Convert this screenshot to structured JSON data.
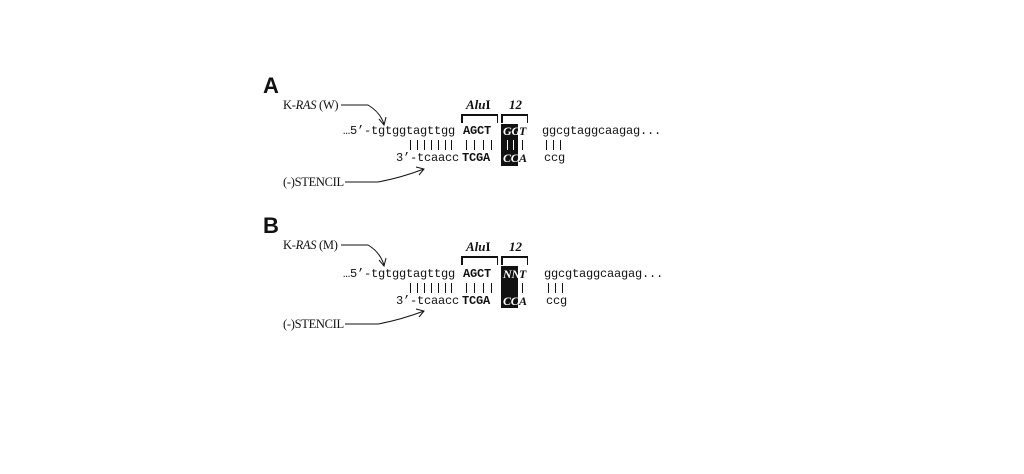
{
  "panelA": {
    "letter": "A",
    "gene_prefix": "K-",
    "gene_italic": "RAS",
    "gene_suffix": " (W)",
    "stencil_label": "(-)STENCIL",
    "site_alu_italic": "Alu",
    "site_alu_roman": "I",
    "site_codon": "12",
    "top": {
      "prefix": "…5’-tgtggtagttgg",
      "site": "AGCT",
      "box": "GG",
      "after_box": "T",
      "tail": "ggcgtaggcaagag..."
    },
    "bottom": {
      "prefix": "3’-tcaacc",
      "site": "TCGA",
      "box": "CC",
      "after_box": "A",
      "tail": "ccg"
    }
  },
  "panelB": {
    "letter": "B",
    "gene_prefix": "K-",
    "gene_italic": "RAS",
    "gene_suffix": " (M)",
    "stencil_label": "(-)STENCIL",
    "site_alu_italic": "Alu",
    "site_alu_roman": "I",
    "site_codon": "12",
    "top": {
      "prefix": "…5’-tgtggtagttgg",
      "site": "AGCT",
      "box": "NN",
      "after_box": "T",
      "tail": "ggcgtaggcaagag..."
    },
    "bottom": {
      "prefix": "3’-tcaacc",
      "site": "TCGA",
      "box": "CC",
      "after_box": "A",
      "tail": "ccg"
    }
  }
}
